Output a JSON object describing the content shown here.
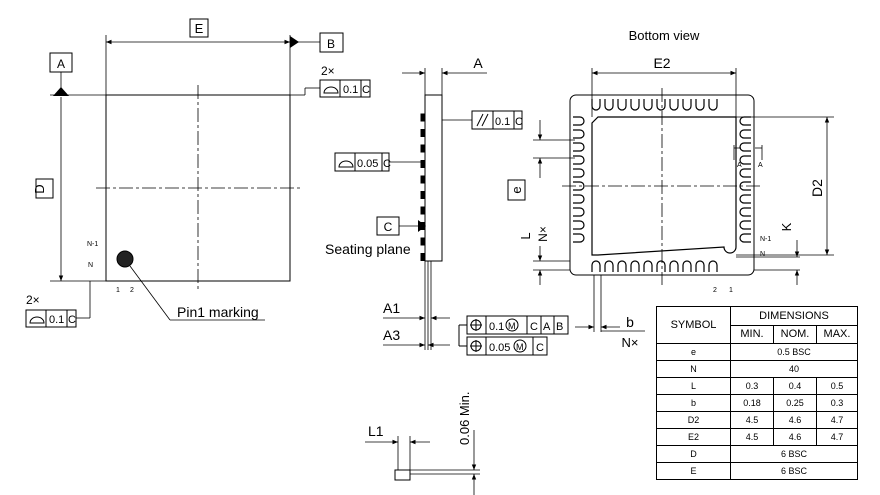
{
  "top_view": {
    "dim_E": "E",
    "dim_D": "D",
    "datum_A": "A",
    "datum_B": "B",
    "count_top": "2×",
    "count_bottom": "2×",
    "tol_top": "0.1",
    "tol_bottom": "0.1",
    "tol_ref": "C",
    "pin_n1": "N-1",
    "pin_n": "N",
    "pin_1": "1",
    "pin_2": "2",
    "pin1_marking": "Pin1 marking"
  },
  "side_view": {
    "dim_A": "A",
    "parallel_tol": "0.1",
    "flat_tol": "0.05",
    "tol_ref": "C",
    "datum_C": "C",
    "seating_plane": "Seating plane",
    "dim_A1": "A1",
    "dim_A3": "A3",
    "pos_tol_1": "0.1",
    "pos_tol_1_refs": [
      "C",
      "A",
      "B"
    ],
    "pos_tol_2": "0.05",
    "pos_tol_2_ref": "C",
    "dim_L1": "L1",
    "min_note": "0.06 Min."
  },
  "bottom_view": {
    "title": "Bottom view",
    "dim_E2": "E2",
    "dim_D2": "D2",
    "dim_e": "e",
    "dim_L": "L",
    "dim_Nx": "N×",
    "dim_K": "K",
    "dim_b": "b",
    "dim_b_count": "N×",
    "pin_n1": "N-1",
    "pin_n": "N",
    "pin_1": "1",
    "pin_2": "2",
    "section_A": "A"
  },
  "table": {
    "header_symbol": "SYMBOL",
    "header_dimensions": "DIMENSIONS",
    "header_min": "MIN.",
    "header_nom": "NOM.",
    "header_max": "MAX.",
    "rows": [
      {
        "symbol": "e",
        "span": "0.5 BSC"
      },
      {
        "symbol": "N",
        "span": "40"
      },
      {
        "symbol": "L",
        "min": "0.3",
        "nom": "0.4",
        "max": "0.5"
      },
      {
        "symbol": "b",
        "min": "0.18",
        "nom": "0.25",
        "max": "0.3"
      },
      {
        "symbol": "D2",
        "min": "4.5",
        "nom": "4.6",
        "max": "4.7"
      },
      {
        "symbol": "E2",
        "min": "4.5",
        "nom": "4.6",
        "max": "4.7"
      },
      {
        "symbol": "D",
        "span": "6 BSC"
      },
      {
        "symbol": "E",
        "span": "6 BSC"
      }
    ]
  }
}
